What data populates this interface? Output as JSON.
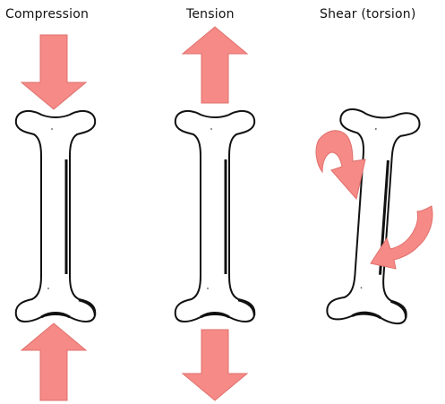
{
  "labels": {
    "compression": "Compression",
    "tension": "Tension",
    "shear": "Shear (torsion)"
  },
  "colors": {
    "arrow_fill": "#f58a86",
    "arrow_stroke": "#e0706c",
    "bone_fill": "#ffffff",
    "bone_stroke": "#111111"
  },
  "icons": {
    "bone": "bone-icon",
    "straight_arrow": "arrow-icon",
    "curved_arrow": "curved-arrow-icon"
  }
}
